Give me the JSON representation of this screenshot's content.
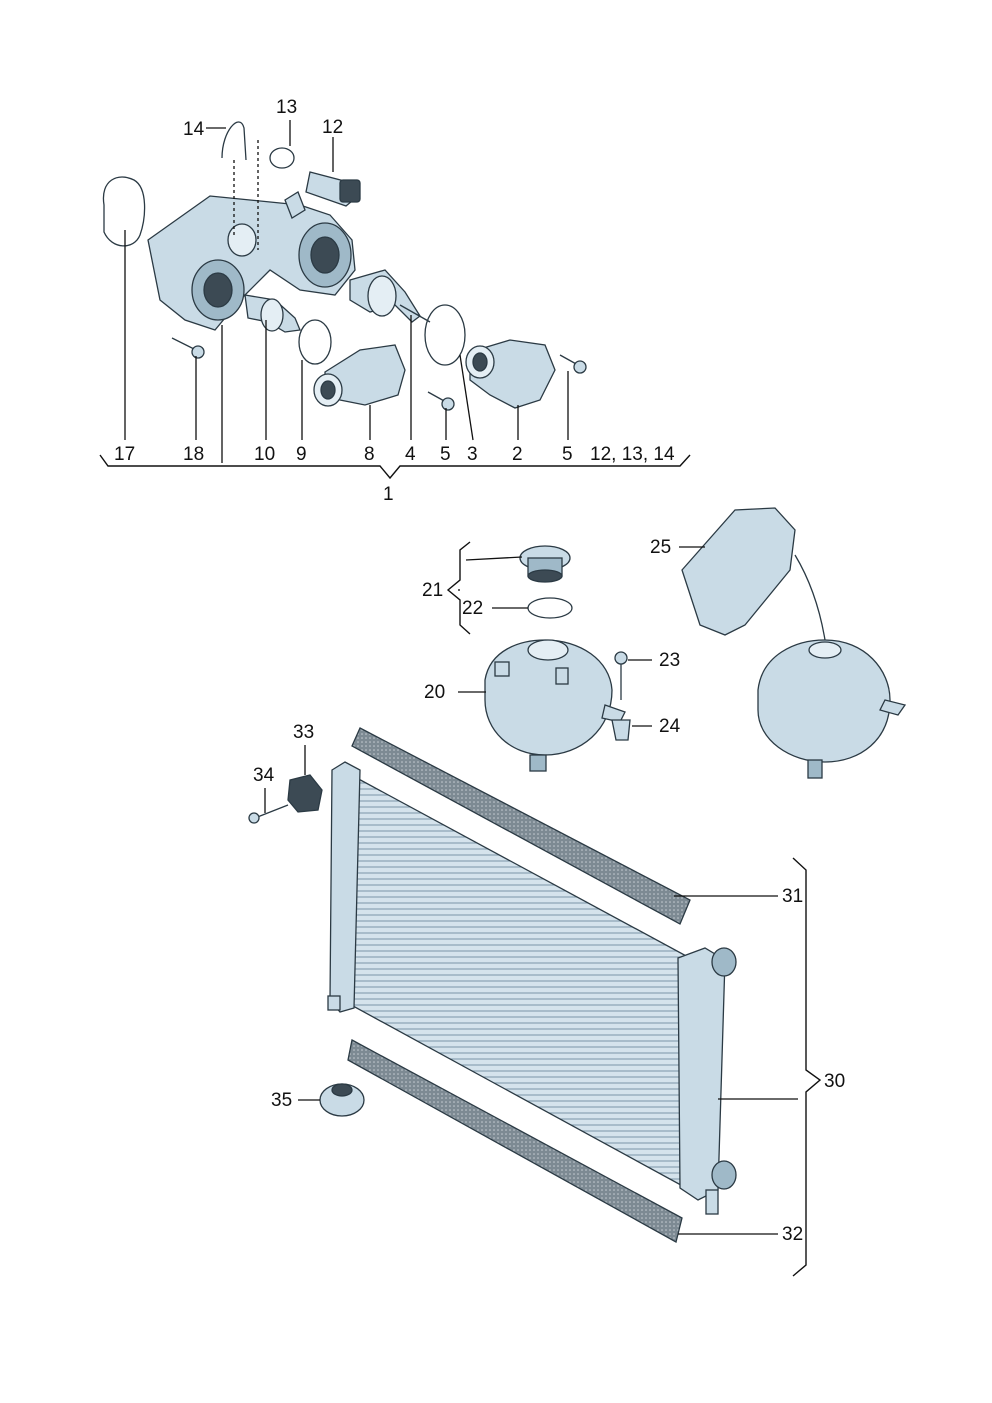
{
  "callouts": {
    "c1": "1",
    "c2": "2",
    "c3": "3",
    "c4": "4",
    "c5a": "5",
    "c5b": "5",
    "c8": "8",
    "c9": "9",
    "c10": "10",
    "c12": "12",
    "c13": "13",
    "c14": "14",
    "c17": "17",
    "c18": "18",
    "c12_13_14": "12, 13, 14",
    "c20": "20",
    "c21": "21",
    "c22": "22",
    "c23": "23",
    "c24": "24",
    "c25": "25",
    "c30": "30",
    "c31": "31",
    "c32": "32",
    "c33": "33",
    "c34": "34",
    "c35": "35"
  },
  "colors": {
    "part_fill": "#c9dbe6",
    "part_shadow": "#9fb9c8",
    "part_outline": "#2b3a44",
    "strip_foam": "#8f9aa2",
    "label_text": "#111111"
  }
}
